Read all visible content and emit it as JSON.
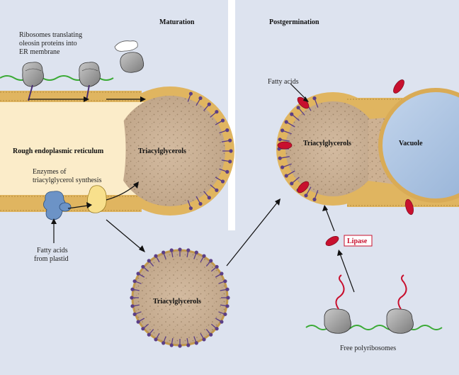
{
  "panels": {
    "maturation": "Maturation",
    "postgermination": "Postgermination"
  },
  "labels": {
    "ribosomes_line1": "Ribosomes translating",
    "ribosomes_line2": "oleosin proteins into",
    "ribosomes_line3": "ER membrane",
    "rough_er": "Rough endoplasmic reticulum",
    "triacylglycerols_er": "Triacylglycerols",
    "enzymes_line1": "Enzymes of",
    "enzymes_line2": "triacylglycerol synthesis",
    "fatty_plastid_line1": "Fatty acids",
    "fatty_plastid_line2": "from plastid",
    "triacylglycerols_body": "Triacylglycerols",
    "fatty_acids_post": "Fatty acids",
    "triacylglycerols_post": "Triacylglycerols",
    "vacuole": "Vacuole",
    "lipase": "Lipase",
    "free_polyribosomes": "Free polyribosomes"
  },
  "colors": {
    "panel_bg": "#dde3ef",
    "membrane": "#e0b560",
    "lumen": "#fbecc9",
    "oil": "#cfb595",
    "oleosin": "#5b3f86",
    "vacuole": "#a9c2e0",
    "lipase": "#c8102e",
    "mrna": "#3aaa35"
  }
}
